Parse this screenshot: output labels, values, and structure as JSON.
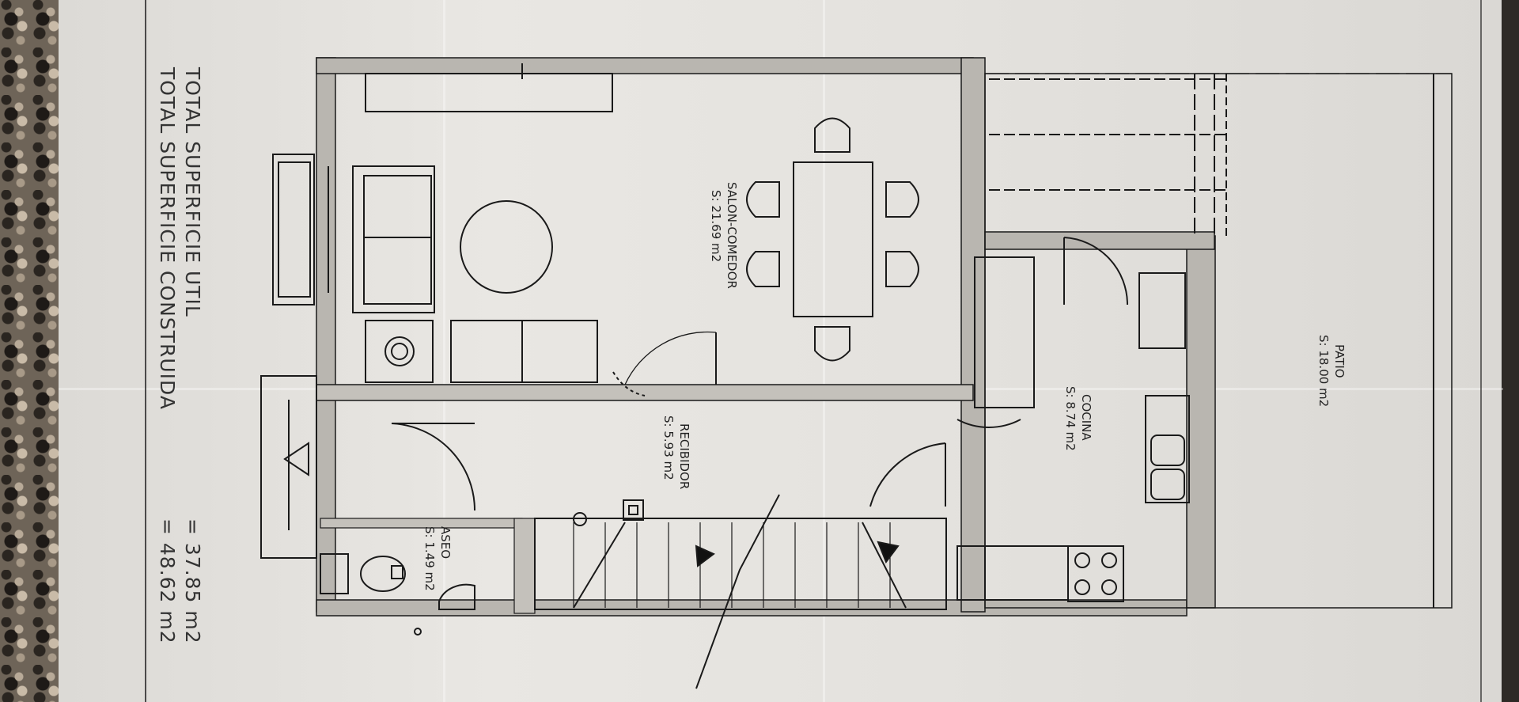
{
  "rooms": {
    "salon": {
      "name": "SALON-COMEDOR",
      "area": "S: 21.69 m2"
    },
    "recibidor": {
      "name": "RECIBIDOR",
      "area": "S: 5.93 m2"
    },
    "cocina": {
      "name": "COCINA",
      "area": "S: 8.74 m2"
    },
    "patio": {
      "name": "PATIO",
      "area": "S: 18.00 m2"
    },
    "aseo": {
      "name": "ASEO",
      "area": "S: 1.49 m2"
    }
  },
  "totals": {
    "util_label": "TOTAL SUPERFICIE UTIL",
    "util_value": "= 37.85 m2",
    "construida_label": "TOTAL SUPERFICIE CONSTRUIDA",
    "construida_value": "= 48.62 m2"
  }
}
